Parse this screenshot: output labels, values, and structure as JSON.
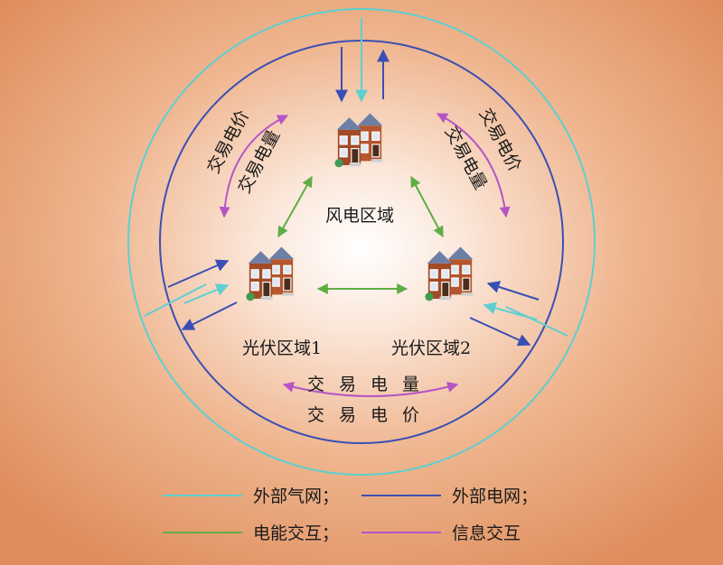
{
  "diagram": {
    "regions": {
      "wind": "风电区域",
      "pv1": "光伏区域1",
      "pv2": "光伏区域2"
    },
    "trade_left": {
      "price": "交易电价",
      "quantity": "交易电量"
    },
    "trade_right": {
      "price": "交易电价",
      "quantity": "交易电量"
    },
    "trade_bottom": {
      "quantity": "交易电量",
      "price": "交易电价"
    }
  },
  "legend": {
    "gas_network": "外部气网；",
    "power_network": "外部电网；",
    "energy_exchange": "电能交互；",
    "info_exchange": "信息交互"
  },
  "colors": {
    "gas_network": "#5ecfd0",
    "power_network": "#3a4fb4",
    "energy_exchange": "#5fae45",
    "info_exchange": "#b455c6",
    "background_center": "#ffffff",
    "background_edge": "#e0905e"
  },
  "icons": {
    "region_building": "townhouse-icon"
  }
}
